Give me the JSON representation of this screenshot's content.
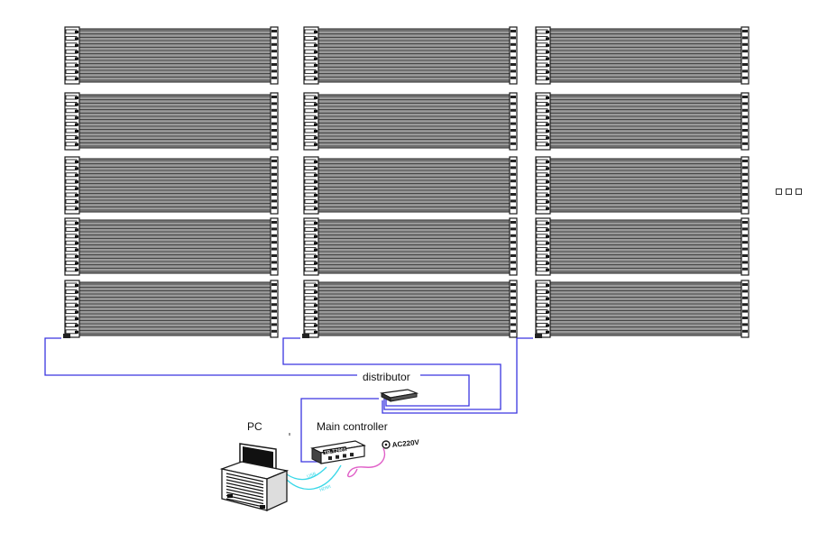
{
  "labels": {
    "distributor": "distributor",
    "pc": "PC",
    "main_controller": "Main controller",
    "controller_model": "TB-T2901",
    "ac_power": "AC220V",
    "usb": "USB",
    "hdmi": "HDMI"
  },
  "grid": {
    "columns": 3,
    "rows": 5
  },
  "colors": {
    "data_cable": "#3a35e0",
    "usb_cable": "#3ad8e8",
    "power_cable": "#e060c8",
    "panel_fill": "#9a9a9a",
    "outline": "#1a1a1a"
  },
  "icons": [
    "led-tube-panel",
    "distributor-box",
    "controller-box",
    "pc-monitor",
    "pc-case",
    "power-plug-icon",
    "more-dots"
  ]
}
